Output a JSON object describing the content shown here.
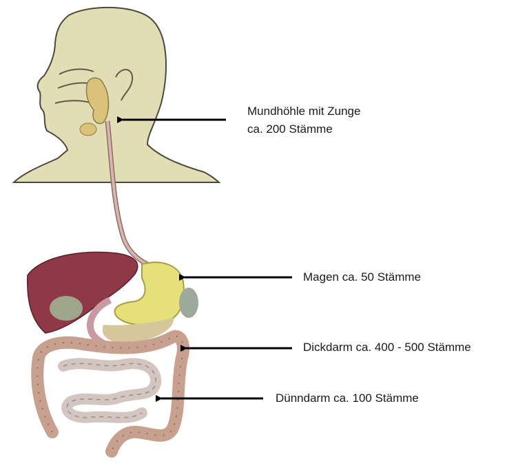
{
  "labels": {
    "mouth_line1": "Mundhöhle mit Zunge",
    "mouth_line2": "ca.  200 Stämme",
    "stomach": "Magen ca. 50 Stämme",
    "large_intestine": "Dickdarm ca. 400 - 500 Stämme",
    "small_intestine": "Dünndarm ca. 100 Stämme"
  },
  "colors": {
    "head_fill": "#e2ddb5",
    "liver": "#8e3848",
    "stomach": "#e7e07a",
    "intestine": "#c7a08f",
    "small_intestine": "#d3c5c0",
    "arrow": "#000000"
  }
}
